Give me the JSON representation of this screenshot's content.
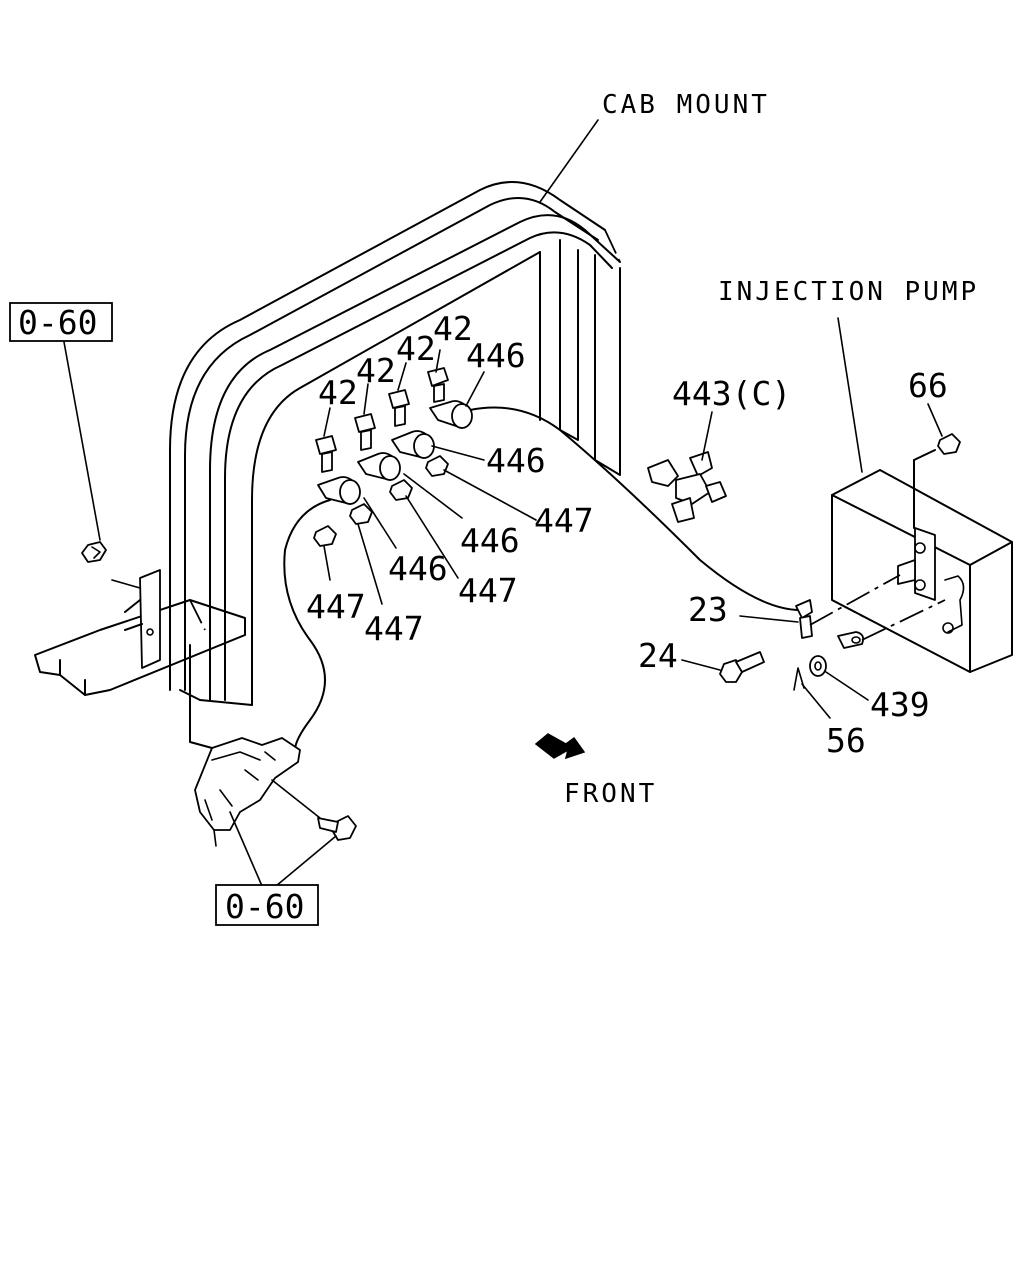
{
  "labels": {
    "cab_mount": "CAB MOUNT",
    "injection_pump": "INJECTION PUMP",
    "front": "FRONT",
    "ref_top": "0-60",
    "ref_bottom": "0-60"
  },
  "part_numbers": {
    "p42_a": "42",
    "p42_b": "42",
    "p42_c": "42",
    "p42_d": "42",
    "p446_a": "446",
    "p446_b": "446",
    "p446_c": "446",
    "p446_d": "446",
    "p447_a": "447",
    "p447_b": "447",
    "p447_c": "447",
    "p447_d": "447",
    "p443c": "443(C)",
    "p66": "66",
    "p23": "23",
    "p24": "24",
    "p439": "439",
    "p56": "56"
  }
}
